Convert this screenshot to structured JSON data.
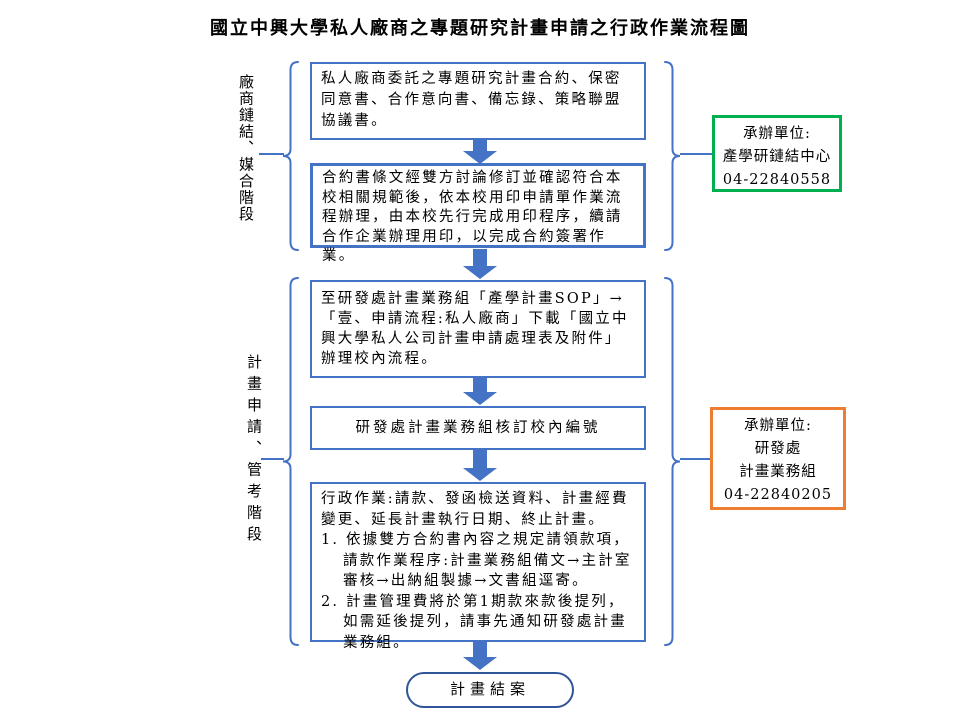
{
  "title": "國立中興大學私人廠商之專題研究計畫申請之行政作業流程圖",
  "stage_labels": {
    "stage1": "廠商鏈結、媒合階段",
    "stage2": "計畫申請、管考階段"
  },
  "flow": {
    "box1": "私人廠商委託之專題研究計畫合約、保密同意書、合作意向書、備忘錄、策略聯盟協議書。",
    "box2": "合約書條文經雙方討論修訂並確認符合本校相關規範後，依本校用印申請單作業流程辦理，由本校先行完成用印程序，續請合作企業辦理用印，以完成合約簽署作業。",
    "box3": "至研發處計畫業務組「產學計畫SOP」→「壹、申請流程:私人廠商」下載「國立中興大學私人公司計畫申請處理表及附件」辦理校內流程。",
    "box4": "研發處計畫業務組核訂校內編號",
    "box5": {
      "intro": "行政作業:請款、發函檢送資料、計畫經費變更、延長計畫執行日期、終止計畫。",
      "items": [
        "1. 依據雙方合約書內容之規定請領款項，請款作業程序:計畫業務組備文→主計室審核→出納組製據→文書組逕寄。",
        "2. 計畫管理費將於第1期款來款後提列，如需延後提列，請事先通知研發處計畫業務組。"
      ]
    },
    "terminator": "計畫結案"
  },
  "contacts": [
    {
      "title": "承辦單位:",
      "unit_lines": [
        "產學研鏈結中心"
      ],
      "phone": "04-22840558",
      "border_color": "#00B050"
    },
    {
      "title": "承辦單位:",
      "unit_lines": [
        "研發處",
        "計畫業務組"
      ],
      "phone": "04-22840205",
      "border_color": "#ED7D31"
    }
  ],
  "colors": {
    "flow_blue": "#4472C4",
    "terminator_blue": "#2F5597",
    "contact_green": "#00B050",
    "contact_orange": "#ED7D31",
    "background": "#FFFFFF",
    "text": "#000000"
  }
}
